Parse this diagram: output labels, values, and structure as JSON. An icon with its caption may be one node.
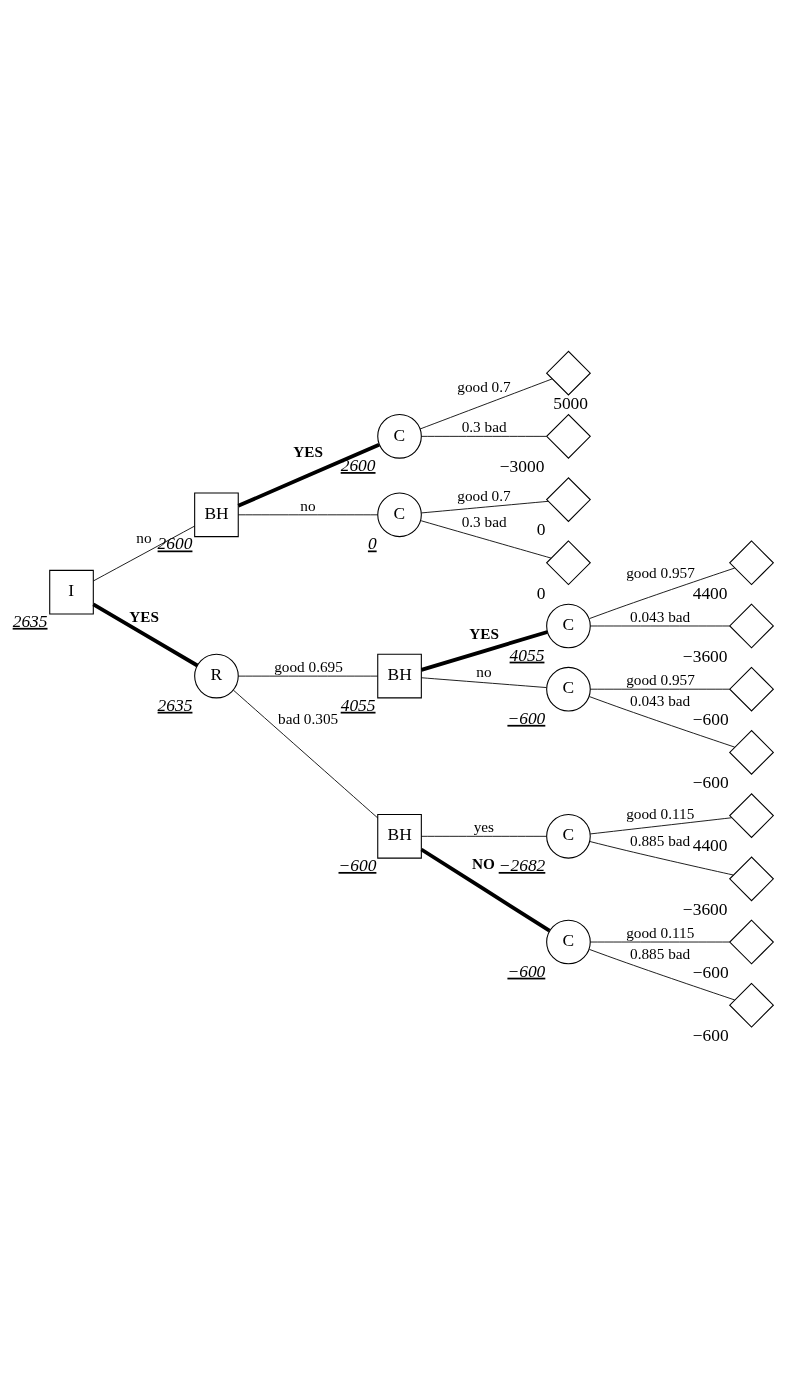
{
  "diagram": {
    "nodes": [
      {
        "text": [
          "I"
        ],
        "beside": [
          "2635"
        ]
      },
      {
        "text": [
          "BH"
        ],
        "beside": [
          "2600"
        ]
      },
      {
        "text": [
          "C"
        ],
        "beside": [
          "2600"
        ]
      },
      {
        "text": [],
        "shape": "diamond",
        "beside": [
          "5000"
        ]
      },
      {
        "text": [],
        "shape": "diamond",
        "beside": [
          "−3000"
        ]
      },
      {
        "text": [
          "C"
        ],
        "beside": [
          "0"
        ]
      },
      {
        "text": [],
        "shape": "diamond",
        "beside": [
          "0"
        ]
      },
      {
        "text": [],
        "shape": "diamond",
        "beside": [
          "0"
        ]
      },
      {
        "text": [
          "R"
        ],
        "beside": [
          "2635"
        ]
      },
      {
        "text": [
          "BH"
        ],
        "beside": [
          "4055"
        ]
      },
      {
        "text": [
          "C"
        ],
        "beside": [
          "4055"
        ]
      },
      {
        "text": [],
        "shape": "diamond",
        "beside": [
          "4400"
        ]
      },
      {
        "text": [],
        "shape": "diamond",
        "beside": [
          "−3600"
        ]
      },
      {
        "text": [
          "C"
        ],
        "beside": [
          "−600"
        ]
      },
      {
        "text": [],
        "shape": "diamond",
        "beside": [
          "−600"
        ]
      },
      {
        "text": [],
        "shape": "diamond",
        "beside": [
          "−600"
        ]
      },
      {
        "text": [
          "BH"
        ],
        "beside": [
          "−600"
        ]
      },
      {
        "text": [
          "C"
        ],
        "beside": [
          "−2682"
        ]
      },
      {
        "text": [],
        "shape": "diamond",
        "beside": [
          "4400"
        ]
      },
      {
        "text": [],
        "shape": "diamond",
        "beside": [
          "−3600"
        ]
      },
      {
        "text": [
          "C"
        ],
        "beside": [
          "−600"
        ]
      },
      {
        "text": [],
        "shape": "diamond",
        "beside": [
          "−600"
        ]
      },
      {
        "text": [],
        "shape": "diamond",
        "beside": [
          "−600"
        ]
      }
    ],
    "edges": [
      {
        "from": 0,
        "to": 1,
        "arrow": "none",
        "label": "no"
      },
      {
        "from": 1,
        "to": 2,
        "arrow": "none",
        "label": "YES",
        "style": "thick"
      },
      {
        "from": 2,
        "to": 3,
        "arrow": "none",
        "label": "good 0.7"
      },
      {
        "from": 2,
        "to": 4,
        "arrow": "none",
        "label": "0.3 bad"
      },
      {
        "from": 1,
        "to": 5,
        "arrow": "none",
        "label": "no"
      },
      {
        "from": 5,
        "to": 6,
        "arrow": "none",
        "label": "good 0.7"
      },
      {
        "from": 5,
        "to": 7,
        "arrow": "none",
        "label": "0.3 bad"
      },
      {
        "from": 0,
        "to": 8,
        "arrow": "none",
        "label": "YES",
        "style": "thick"
      },
      {
        "from": 8,
        "to": 9,
        "arrow": "none",
        "label": "good 0.695"
      },
      {
        "from": 9,
        "to": 10,
        "arrow": "none",
        "label": "YES",
        "style": "thick"
      },
      {
        "from": 10,
        "to": 11,
        "arrow": "none",
        "label": "good 0.957"
      },
      {
        "from": 10,
        "to": 12,
        "arrow": "none",
        "label": "0.043 bad"
      },
      {
        "from": 9,
        "to": 13,
        "arrow": "none",
        "label": "no"
      },
      {
        "from": 13,
        "to": 14,
        "arrow": "none",
        "label": "good 0.957"
      },
      {
        "from": 13,
        "to": 15,
        "arrow": "none",
        "label": "0.043 bad"
      },
      {
        "from": 8,
        "to": 16,
        "arrow": "none",
        "label": "bad 0.305"
      },
      {
        "from": 16,
        "to": 17,
        "arrow": "none",
        "label": "yes"
      },
      {
        "from": 17,
        "to": 18,
        "arrow": "none",
        "label": "good 0.115"
      },
      {
        "from": 17,
        "to": 19,
        "arrow": "none",
        "label": "0.885 bad"
      },
      {
        "from": 16,
        "to": 20,
        "arrow": "none",
        "label": "NO",
        "style": "thick"
      },
      {
        "from": 20,
        "to": 21,
        "arrow": "none",
        "label": "good 0.115"
      },
      {
        "from": 20,
        "to": 22,
        "arrow": "none",
        "label": "0.885 bad"
      }
    ]
  }
}
